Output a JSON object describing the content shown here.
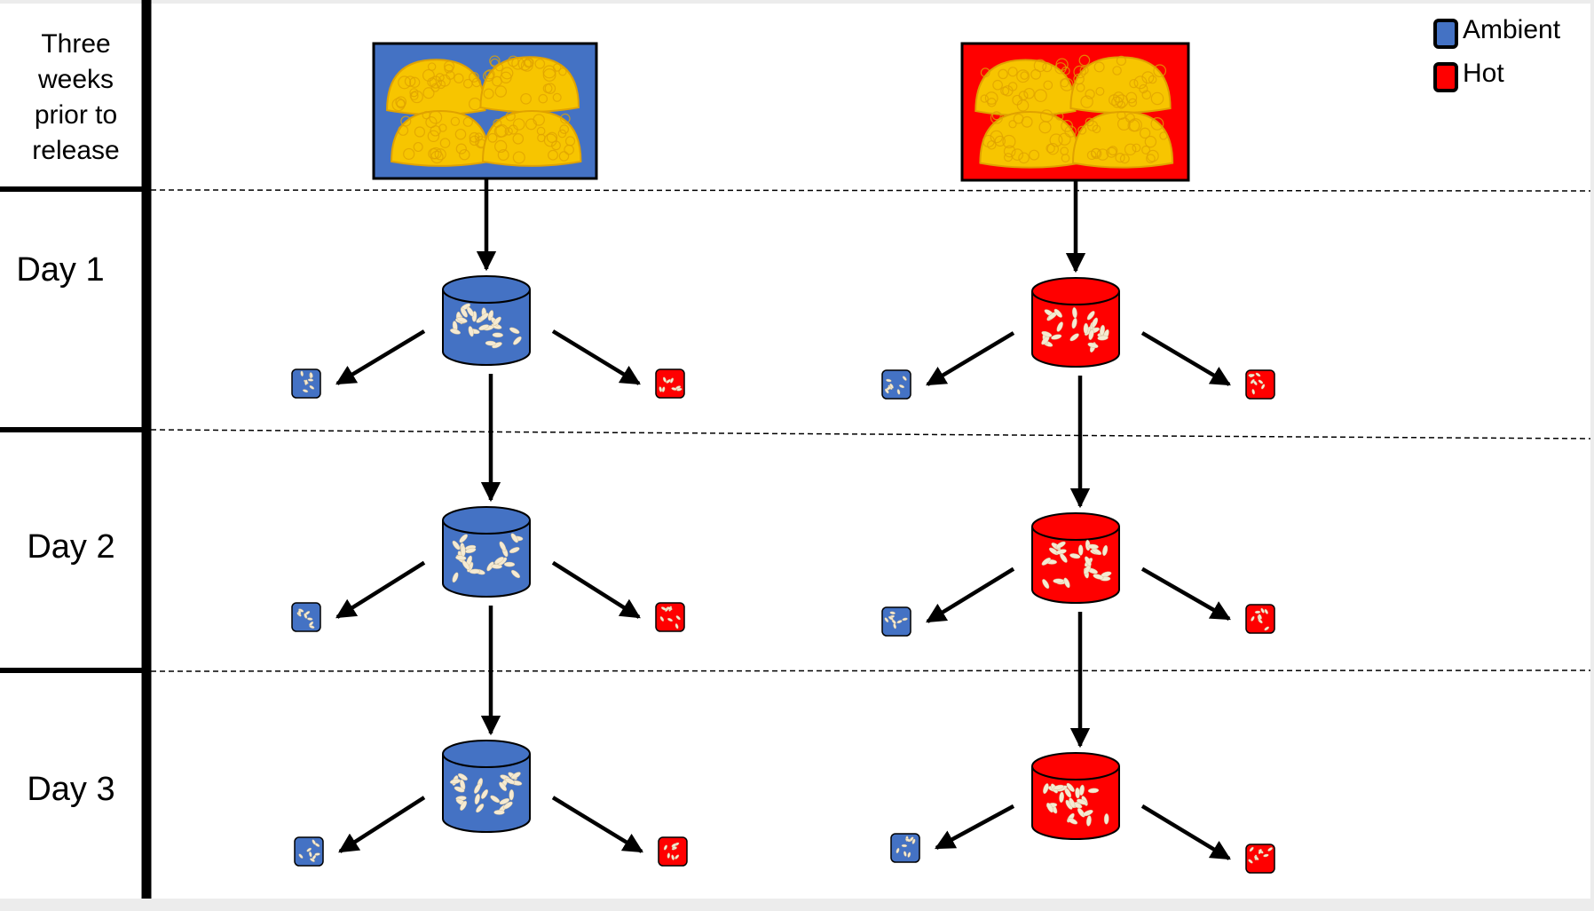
{
  "rows": [
    {
      "label": "Three weeks prior to release",
      "lines": [
        "Three",
        "weeks",
        "prior to",
        "release"
      ]
    },
    {
      "label": "Day 1"
    },
    {
      "label": "Day 2"
    },
    {
      "label": "Day 3"
    }
  ],
  "legend": [
    {
      "label": "Ambient",
      "color": "#4472c4"
    },
    {
      "label": "Hot",
      "color": "#ff0000"
    }
  ],
  "colors": {
    "ambient": "#4472c4",
    "hot": "#ff0000",
    "coral": "#f7c500",
    "coral_shadow": "#e0a200",
    "grain": "#f5ead2"
  },
  "groups": [
    {
      "name": "ambient",
      "color_key": "ambient"
    },
    {
      "name": "hot",
      "color_key": "hot"
    }
  ]
}
